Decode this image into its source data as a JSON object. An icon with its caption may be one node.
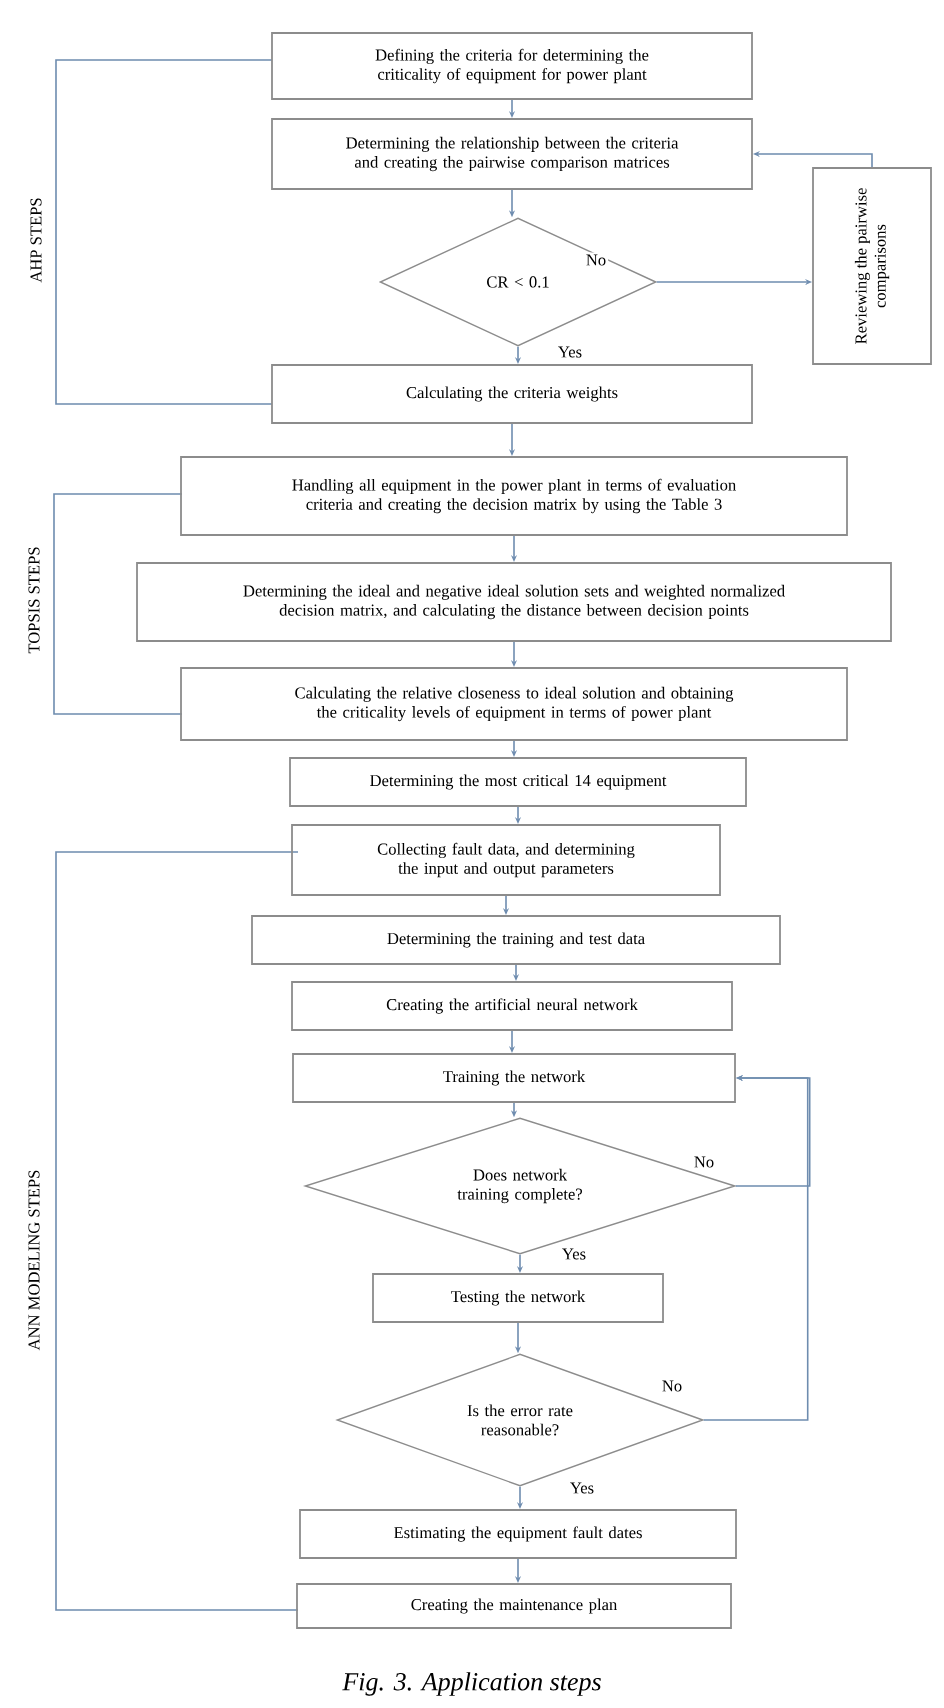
{
  "diagram": {
    "caption": "Fig. 3. Application steps",
    "nodes": [
      {
        "text": [
          "Defining the criteria for determining the criticality of equipment for power plant"
        ]
      },
      {
        "text": [
          "Determining the relationship between the criteria and creating the pairwise comparison matrices"
        ]
      },
      {
        "text": [
          "CR < 0.1"
        ]
      },
      {
        "text": [
          "Reviewing the pairwise comparisons"
        ]
      },
      {
        "text": [
          "Calculating the criteria weights"
        ]
      },
      {
        "text": [
          "Handling all equipment in the power plant in terms of evaluation criteria and creating the decision matrix by using the Table 3"
        ]
      },
      {
        "text": [
          "Determining the ideal and negative ideal solution sets and weighted normalized decision matrix, and calculating the distance between decision points"
        ]
      },
      {
        "text": [
          "Calculating the relative closeness to ideal solution and obtaining the criticality levels of equipment in terms of power plant"
        ]
      },
      {
        "text": [
          "Determining the most critical 14 equipment"
        ]
      },
      {
        "text": [
          "Collecting fault data, and determining the input and output parameters"
        ]
      },
      {
        "text": [
          "Determining the training and test data"
        ]
      },
      {
        "text": [
          "Creating the artificial neural network"
        ]
      },
      {
        "text": [
          "Training the network"
        ]
      },
      {
        "text": [
          "Does network training complete?"
        ]
      },
      {
        "text": [
          "Testing the network"
        ]
      },
      {
        "text": [
          "Is the error rate reasonable?"
        ]
      },
      {
        "text": [
          "Estimating the equipment fault dates"
        ]
      },
      {
        "text": [
          "Creating the maintenance plan"
        ]
      }
    ],
    "edges": [
      {
        "from": 0,
        "to": 1,
        "arrow": "to"
      },
      {
        "from": 1,
        "to": 2,
        "arrow": "to"
      },
      {
        "from": 2,
        "to": 3,
        "arrow": "to",
        "label": "No"
      },
      {
        "from": 3,
        "to": 1,
        "arrow": "to"
      },
      {
        "from": 2,
        "to": 4,
        "arrow": "to",
        "label": "Yes"
      },
      {
        "from": 4,
        "to": 5,
        "arrow": "to"
      },
      {
        "from": 5,
        "to": 6,
        "arrow": "to"
      },
      {
        "from": 6,
        "to": 7,
        "arrow": "to"
      },
      {
        "from": 7,
        "to": 8,
        "arrow": "to"
      },
      {
        "from": 8,
        "to": 9,
        "arrow": "to"
      },
      {
        "from": 9,
        "to": 10,
        "arrow": "to"
      },
      {
        "from": 10,
        "to": 11,
        "arrow": "to"
      },
      {
        "from": 11,
        "to": 12,
        "arrow": "to"
      },
      {
        "from": 12,
        "to": 13,
        "arrow": "to"
      },
      {
        "from": 13,
        "to": 12,
        "arrow": "to",
        "label": "No"
      },
      {
        "from": 13,
        "to": 14,
        "arrow": "to",
        "label": "Yes"
      },
      {
        "from": 14,
        "to": 15,
        "arrow": "to"
      },
      {
        "from": 15,
        "to": 12,
        "arrow": "to",
        "label": "No"
      },
      {
        "from": 15,
        "to": 16,
        "arrow": "to",
        "label": "Yes"
      },
      {
        "from": 16,
        "to": 17,
        "arrow": "to"
      }
    ],
    "labels": [
      "AHP STEPS",
      "TOPSIS STEPS",
      "ANN MODELING STEPS"
    ]
  }
}
